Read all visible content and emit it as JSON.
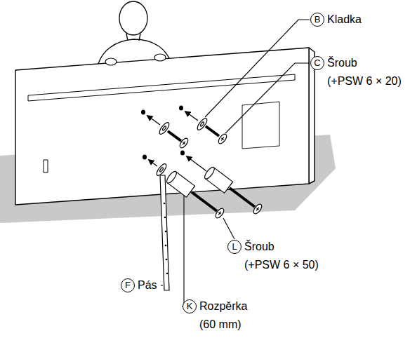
{
  "diagram": {
    "labels": [
      "B",
      "Kladka",
      "C",
      "Šroub (+PSW 6 × 20)",
      "L",
      "Šroub (+PSW 6 × 50)",
      "F",
      "Pás",
      "K",
      "Rozpěrka (60 mm)"
    ]
  }
}
